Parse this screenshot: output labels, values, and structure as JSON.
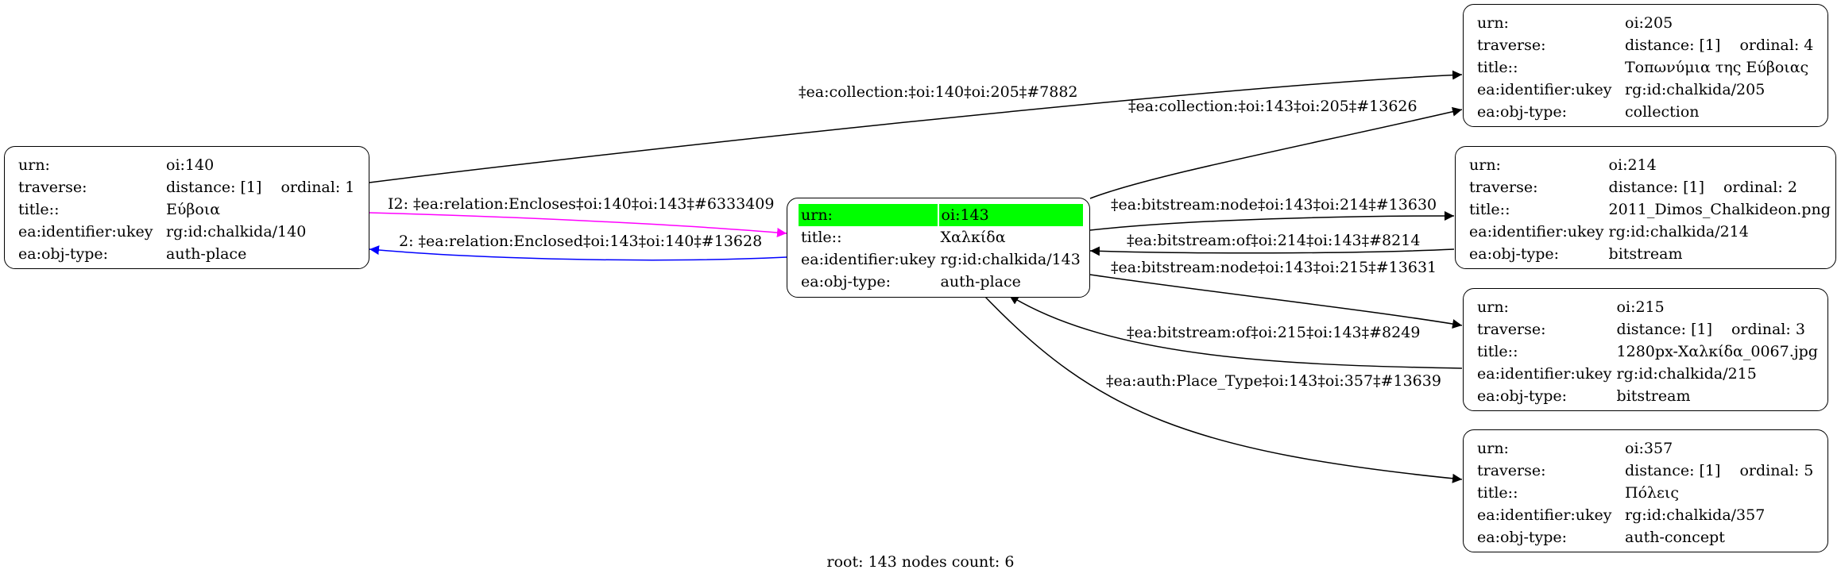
{
  "nodes": {
    "n140": {
      "rows": [
        {
          "key": "urn:",
          "value": "oi:140"
        },
        {
          "key": "traverse:",
          "value": "distance: [1]",
          "extra": "ordinal: 1"
        },
        {
          "key": "title::",
          "value": "Εύβοια"
        },
        {
          "key": "ea:identifier:ukey",
          "value": "rg:id:chalkida/140"
        },
        {
          "key": "ea:obj-type:",
          "value": "auth-place"
        }
      ]
    },
    "n143": {
      "highlight_color": "#00ff00",
      "rows": [
        {
          "key": "urn:",
          "value": "oi:143"
        },
        {
          "key": "title::",
          "value": "Χαλκίδα"
        },
        {
          "key": "ea:identifier:ukey",
          "value": "rg:id:chalkida/143"
        },
        {
          "key": "ea:obj-type:",
          "value": "auth-place"
        }
      ]
    },
    "n205": {
      "rows": [
        {
          "key": "urn:",
          "value": "oi:205"
        },
        {
          "key": "traverse:",
          "value": "distance: [1]",
          "extra": "ordinal: 4"
        },
        {
          "key": "title::",
          "value": "Τοπωνύμια της Εύβοιας"
        },
        {
          "key": "ea:identifier:ukey",
          "value": "rg:id:chalkida/205"
        },
        {
          "key": "ea:obj-type:",
          "value": "collection"
        }
      ]
    },
    "n214": {
      "rows": [
        {
          "key": "urn:",
          "value": "oi:214"
        },
        {
          "key": "traverse:",
          "value": "distance: [1]",
          "extra": "ordinal: 2"
        },
        {
          "key": "title::",
          "value": "2011_Dimos_Chalkideon.png"
        },
        {
          "key": "ea:identifier:ukey",
          "value": "rg:id:chalkida/214"
        },
        {
          "key": "ea:obj-type:",
          "value": "bitstream"
        }
      ]
    },
    "n215": {
      "rows": [
        {
          "key": "urn:",
          "value": "oi:215"
        },
        {
          "key": "traverse:",
          "value": "distance: [1]",
          "extra": "ordinal: 3"
        },
        {
          "key": "title::",
          "value": "1280px-Χαλκίδα_0067.jpg"
        },
        {
          "key": "ea:identifier:ukey",
          "value": "rg:id:chalkida/215"
        },
        {
          "key": "ea:obj-type:",
          "value": "bitstream"
        }
      ]
    },
    "n357": {
      "rows": [
        {
          "key": "urn:",
          "value": "oi:357"
        },
        {
          "key": "traverse:",
          "value": "distance: [1]",
          "extra": "ordinal: 5"
        },
        {
          "key": "title::",
          "value": "Πόλεις"
        },
        {
          "key": "ea:identifier:ukey",
          "value": "rg:id:chalkida/357"
        },
        {
          "key": "ea:obj-type:",
          "value": "auth-concept"
        }
      ]
    }
  },
  "edges": [
    {
      "id": "e1",
      "label": "‡ea:collection:‡oi:140‡oi:205‡#7882",
      "color": "#000000"
    },
    {
      "id": "e2",
      "label": "I2: ‡ea:relation:Encloses‡oi:140‡oi:143‡#6333409",
      "color": "#ff00ff"
    },
    {
      "id": "e3",
      "label": "2: ‡ea:relation:Enclosed‡oi:143‡oi:140‡#13628",
      "color": "#0000ff"
    },
    {
      "id": "e4",
      "label": "‡ea:collection:‡oi:143‡oi:205‡#13626",
      "color": "#000000"
    },
    {
      "id": "e5",
      "label": "‡ea:bitstream:node‡oi:143‡oi:214‡#13630",
      "color": "#000000"
    },
    {
      "id": "e6",
      "label": "‡ea:bitstream:of‡oi:214‡oi:143‡#8214",
      "color": "#000000"
    },
    {
      "id": "e7",
      "label": "‡ea:bitstream:node‡oi:143‡oi:215‡#13631",
      "color": "#000000"
    },
    {
      "id": "e8",
      "label": "‡ea:bitstream:of‡oi:215‡oi:143‡#8249",
      "color": "#000000"
    },
    {
      "id": "e9",
      "label": "‡ea:auth:Place_Type‡oi:143‡oi:357‡#13639",
      "color": "#000000"
    }
  ],
  "footer": "root: 143 nodes count: 6"
}
